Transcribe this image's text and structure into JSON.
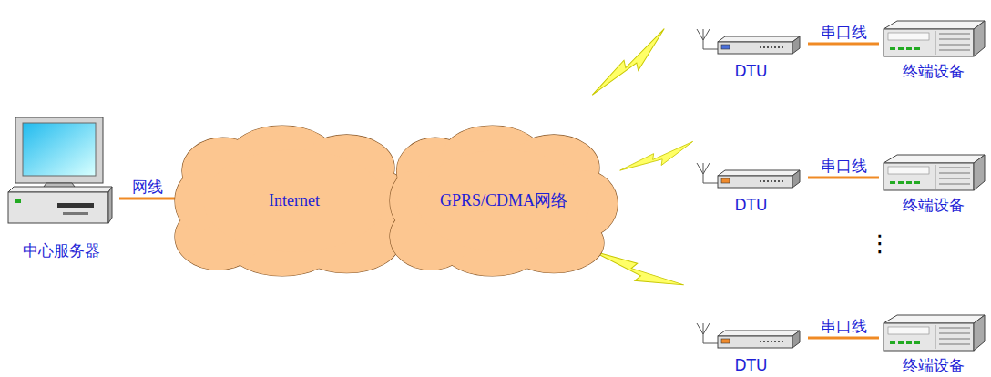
{
  "diagram": {
    "nodes": [
      {
        "text": [
          "中心服务器"
        ]
      },
      {
        "text": [
          "Internet"
        ]
      },
      {
        "text": [
          "GPRS/CDMA网络"
        ]
      },
      {
        "text": [
          "DTU"
        ]
      },
      {
        "text": [
          "终端设备"
        ]
      },
      {
        "text": [
          "DTU"
        ]
      },
      {
        "text": [
          "终端设备"
        ]
      },
      {
        "text": [
          "DTU"
        ]
      },
      {
        "text": [
          "终端设备"
        ]
      }
    ],
    "edges": [
      {
        "from": 0,
        "to": 1,
        "label": "网线",
        "arrow": "none"
      },
      {
        "from": 3,
        "to": 4,
        "label": "串口线",
        "arrow": "none"
      },
      {
        "from": 5,
        "to": 6,
        "label": "串口线",
        "arrow": "none"
      },
      {
        "from": 7,
        "to": 8,
        "label": "串口线",
        "arrow": "none"
      }
    ],
    "labels": [
      "⋮"
    ]
  }
}
